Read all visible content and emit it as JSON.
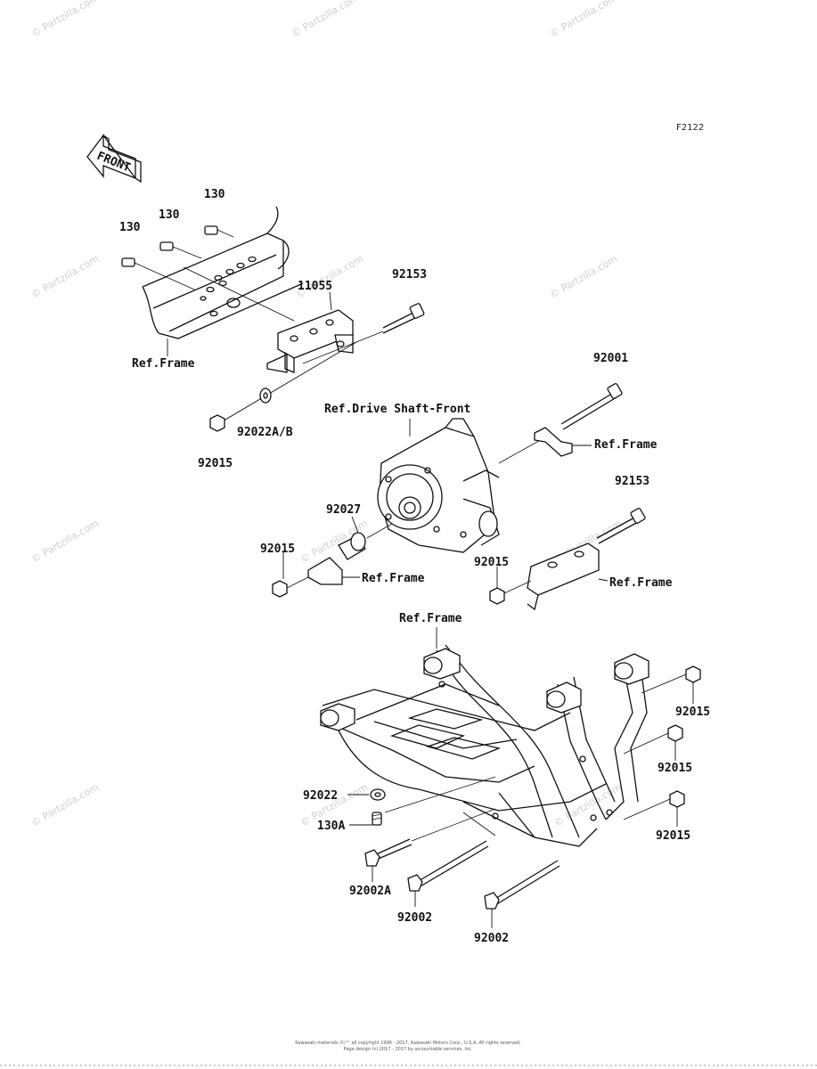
{
  "diagram_code": "F2122",
  "front_arrow_label": "FRONT",
  "labels": {
    "p130_a": "130",
    "p130_b": "130",
    "p130_c": "130",
    "p11055": "11055",
    "p92153_top": "92153",
    "ref_frame_1": "Ref.Frame",
    "p92022ab": "92022A/B",
    "p92015_left_top": "92015",
    "ref_drive_shaft": "Ref.Drive Shaft-Front",
    "p92001": "92001",
    "ref_frame_2": "Ref.Frame",
    "p92153_mid": "92153",
    "p92027": "92027",
    "p92015_left_mid": "92015",
    "ref_frame_3": "Ref.Frame",
    "p92015_center": "92015",
    "ref_frame_4": "Ref.Frame",
    "ref_frame_5": "Ref.Frame",
    "p92015_r1": "92015",
    "p92015_r2": "92015",
    "p92015_r3": "92015",
    "p92022": "92022",
    "p130a": "130A",
    "p92002a": "92002A",
    "p92002_1": "92002",
    "p92002_2": "92002"
  },
  "watermark": "© Partzilla.com",
  "footer": {
    "line1": "Kawasaki materials ©/™ all copyright 1996 - 2017, Kawasaki Motors Corp., U.S.A. All rights reserved.",
    "line2": "Page design (c) 2017 - 2017 by accountable services, inc."
  }
}
